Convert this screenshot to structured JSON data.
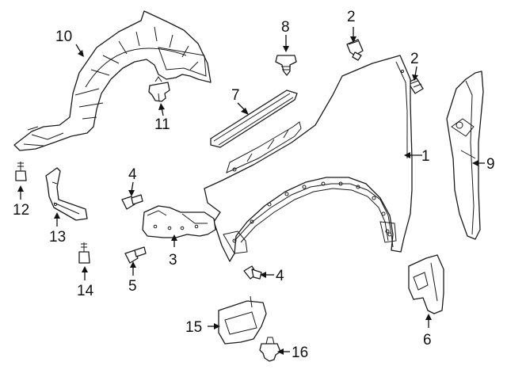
{
  "callouts": [
    {
      "id": "1",
      "text": "1"
    },
    {
      "id": "2a",
      "text": "2"
    },
    {
      "id": "2b",
      "text": "2"
    },
    {
      "id": "3",
      "text": "3"
    },
    {
      "id": "4a",
      "text": "4"
    },
    {
      "id": "4b",
      "text": "4"
    },
    {
      "id": "5",
      "text": "5"
    },
    {
      "id": "6",
      "text": "6"
    },
    {
      "id": "7",
      "text": "7"
    },
    {
      "id": "8",
      "text": "8"
    },
    {
      "id": "9",
      "text": "9"
    },
    {
      "id": "10",
      "text": "10"
    },
    {
      "id": "11",
      "text": "11"
    },
    {
      "id": "12",
      "text": "12"
    },
    {
      "id": "13",
      "text": "13"
    },
    {
      "id": "14",
      "text": "14"
    },
    {
      "id": "15",
      "text": "15"
    },
    {
      "id": "16",
      "text": "16"
    }
  ]
}
